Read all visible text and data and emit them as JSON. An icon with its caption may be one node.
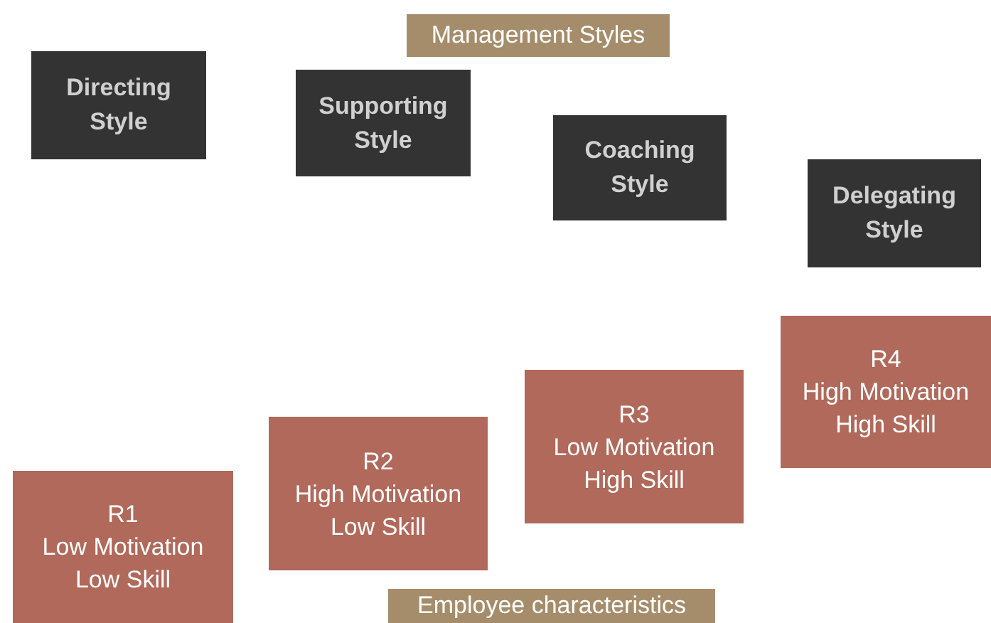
{
  "diagram": {
    "nodes": [
      {
        "text": [
          "Management Styles"
        ]
      },
      {
        "text": [
          "Directing Style"
        ]
      },
      {
        "text": [
          "Supporting Style"
        ]
      },
      {
        "text": [
          "Coaching Style"
        ]
      },
      {
        "text": [
          "Delegating Style"
        ]
      },
      {
        "text": [
          "R4",
          "High Motivation High Skill"
        ]
      },
      {
        "text": [
          "R3",
          "Low Motivation High Skill"
        ]
      },
      {
        "text": [
          "R2",
          "High Motivation Low Skill"
        ]
      },
      {
        "text": [
          "R1",
          "Low Motivation Low Skill"
        ]
      },
      {
        "text": [
          "Employee characteristics"
        ]
      }
    ],
    "edges": []
  }
}
